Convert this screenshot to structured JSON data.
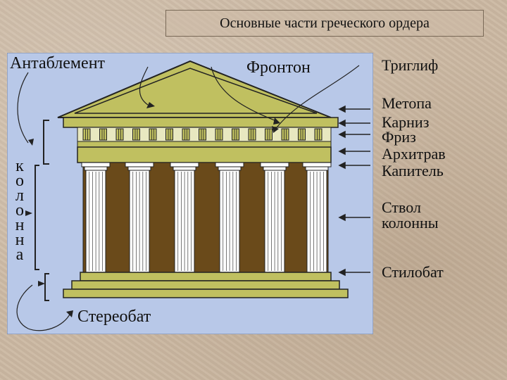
{
  "title": "Основные части греческого ордера",
  "labels": {
    "entablature": "Антаблемент",
    "pediment": "Фронтон",
    "triglyph": "Триглиф",
    "metope": "Метопа",
    "cornice": "Карниз",
    "frieze": "Фриз",
    "architrave": "Архитрав",
    "capital": "Капитель",
    "shaft_line1": "Ствол",
    "shaft_line2": "колонны",
    "stylobate": "Стилобат",
    "stereobate": "Стереобат",
    "column_vertical": [
      "к",
      "о",
      "л",
      "о",
      "н",
      "н",
      "а"
    ]
  },
  "colors": {
    "panel": "#b8c8e8",
    "temple": "#c0c060",
    "temple_dark": "#8a8a3a",
    "interior": "#6a4a1a",
    "column": "#ffffff",
    "outline": "#222222"
  }
}
